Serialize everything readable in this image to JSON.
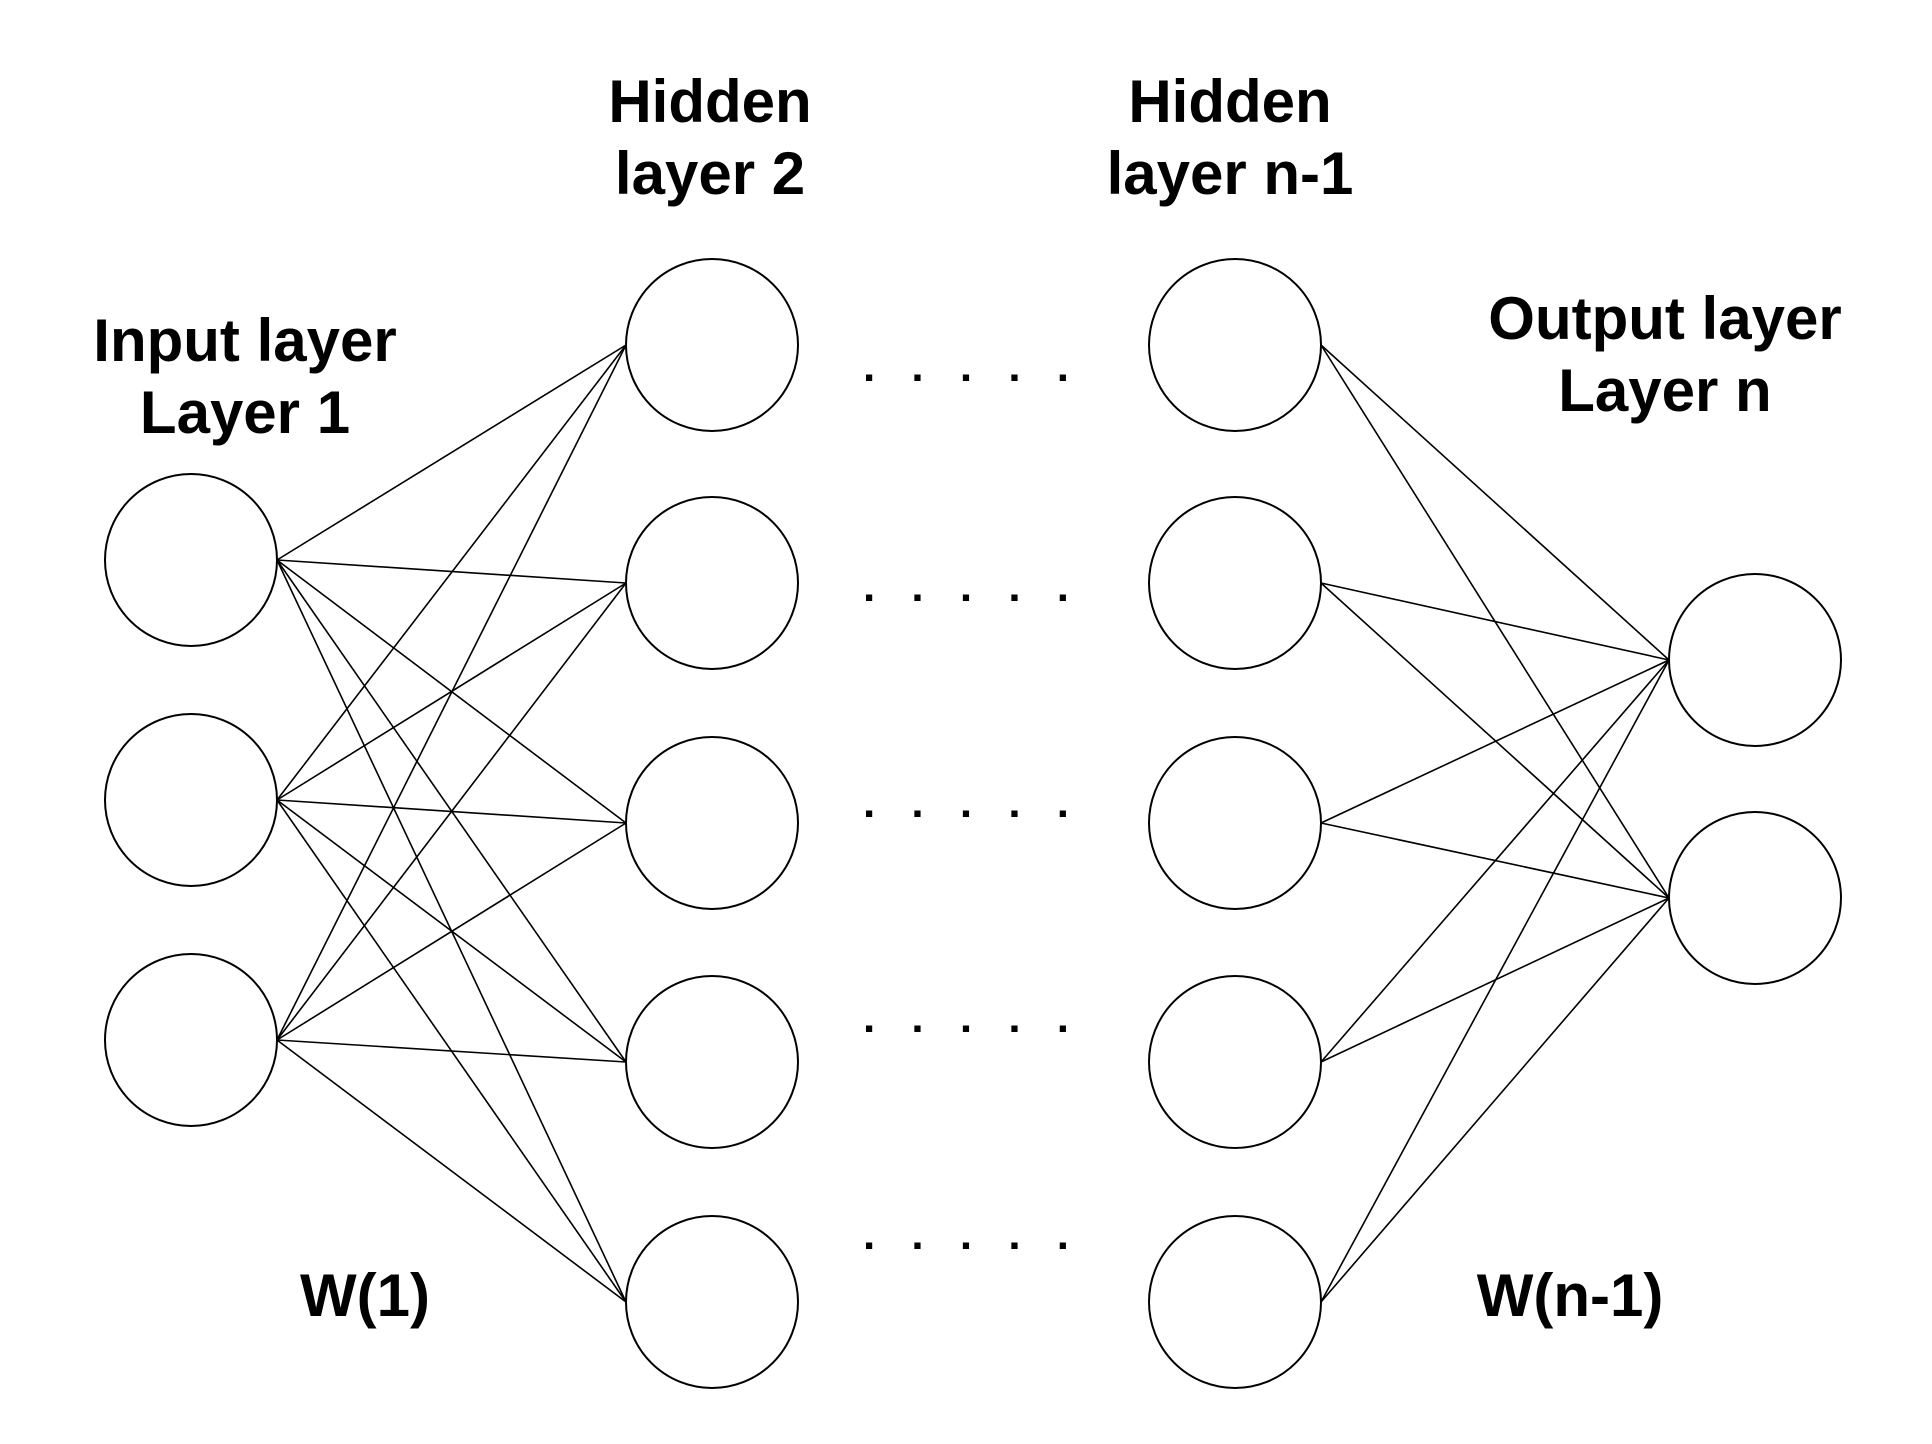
{
  "labels": {
    "input": {
      "line1": "Input layer",
      "line2": "Layer 1"
    },
    "hidden2": {
      "line1": "Hidden",
      "line2": "layer 2"
    },
    "hiddenN1": {
      "line1": "Hidden",
      "line2": "layer n-1"
    },
    "output": {
      "line1": "Output layer",
      "line2": "Layer n"
    },
    "w1": "W(1)",
    "wn1": "W(n-1)"
  },
  "ellipsis": ". . . . .",
  "layers": {
    "input_nodes": 3,
    "hidden2_nodes": 5,
    "hiddenN1_nodes": 5,
    "output_nodes": 2
  },
  "colors": {
    "stroke": "#000000",
    "background": "#ffffff"
  }
}
